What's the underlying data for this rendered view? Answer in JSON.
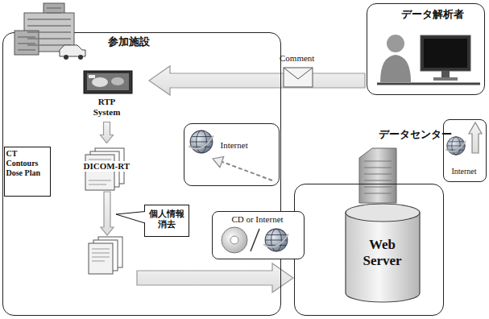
{
  "diagram": {
    "nodes": [
      {
        "text": [
          "参加施設"
        ]
      },
      {
        "text": [
          "RTP System"
        ],
        "in": 0
      },
      {
        "text": [
          "DICOM-RT"
        ],
        "in": 0
      },
      {
        "text": [
          "CT Contours Dose Plan"
        ],
        "in": 0
      },
      {
        "text": [
          "個人情報 消去"
        ],
        "in": 0
      },
      {
        "text": [
          "データ解析者"
        ]
      },
      {
        "text": [
          "Internet"
        ],
        "in": 0
      },
      {
        "text": [
          "データセンター"
        ]
      },
      {
        "text": [
          "Internet"
        ]
      },
      {
        "text": [
          "CD or Internet"
        ]
      },
      {
        "text": [
          "Web Server"
        ],
        "in": 7
      }
    ],
    "edges": [
      {
        "from": 1,
        "to": 2,
        "arrow": "to"
      },
      {
        "from": 5,
        "to": 0,
        "arrow": "to",
        "label": "Comment"
      },
      {
        "from": 0,
        "to": 7,
        "arrow": "to"
      }
    ]
  }
}
